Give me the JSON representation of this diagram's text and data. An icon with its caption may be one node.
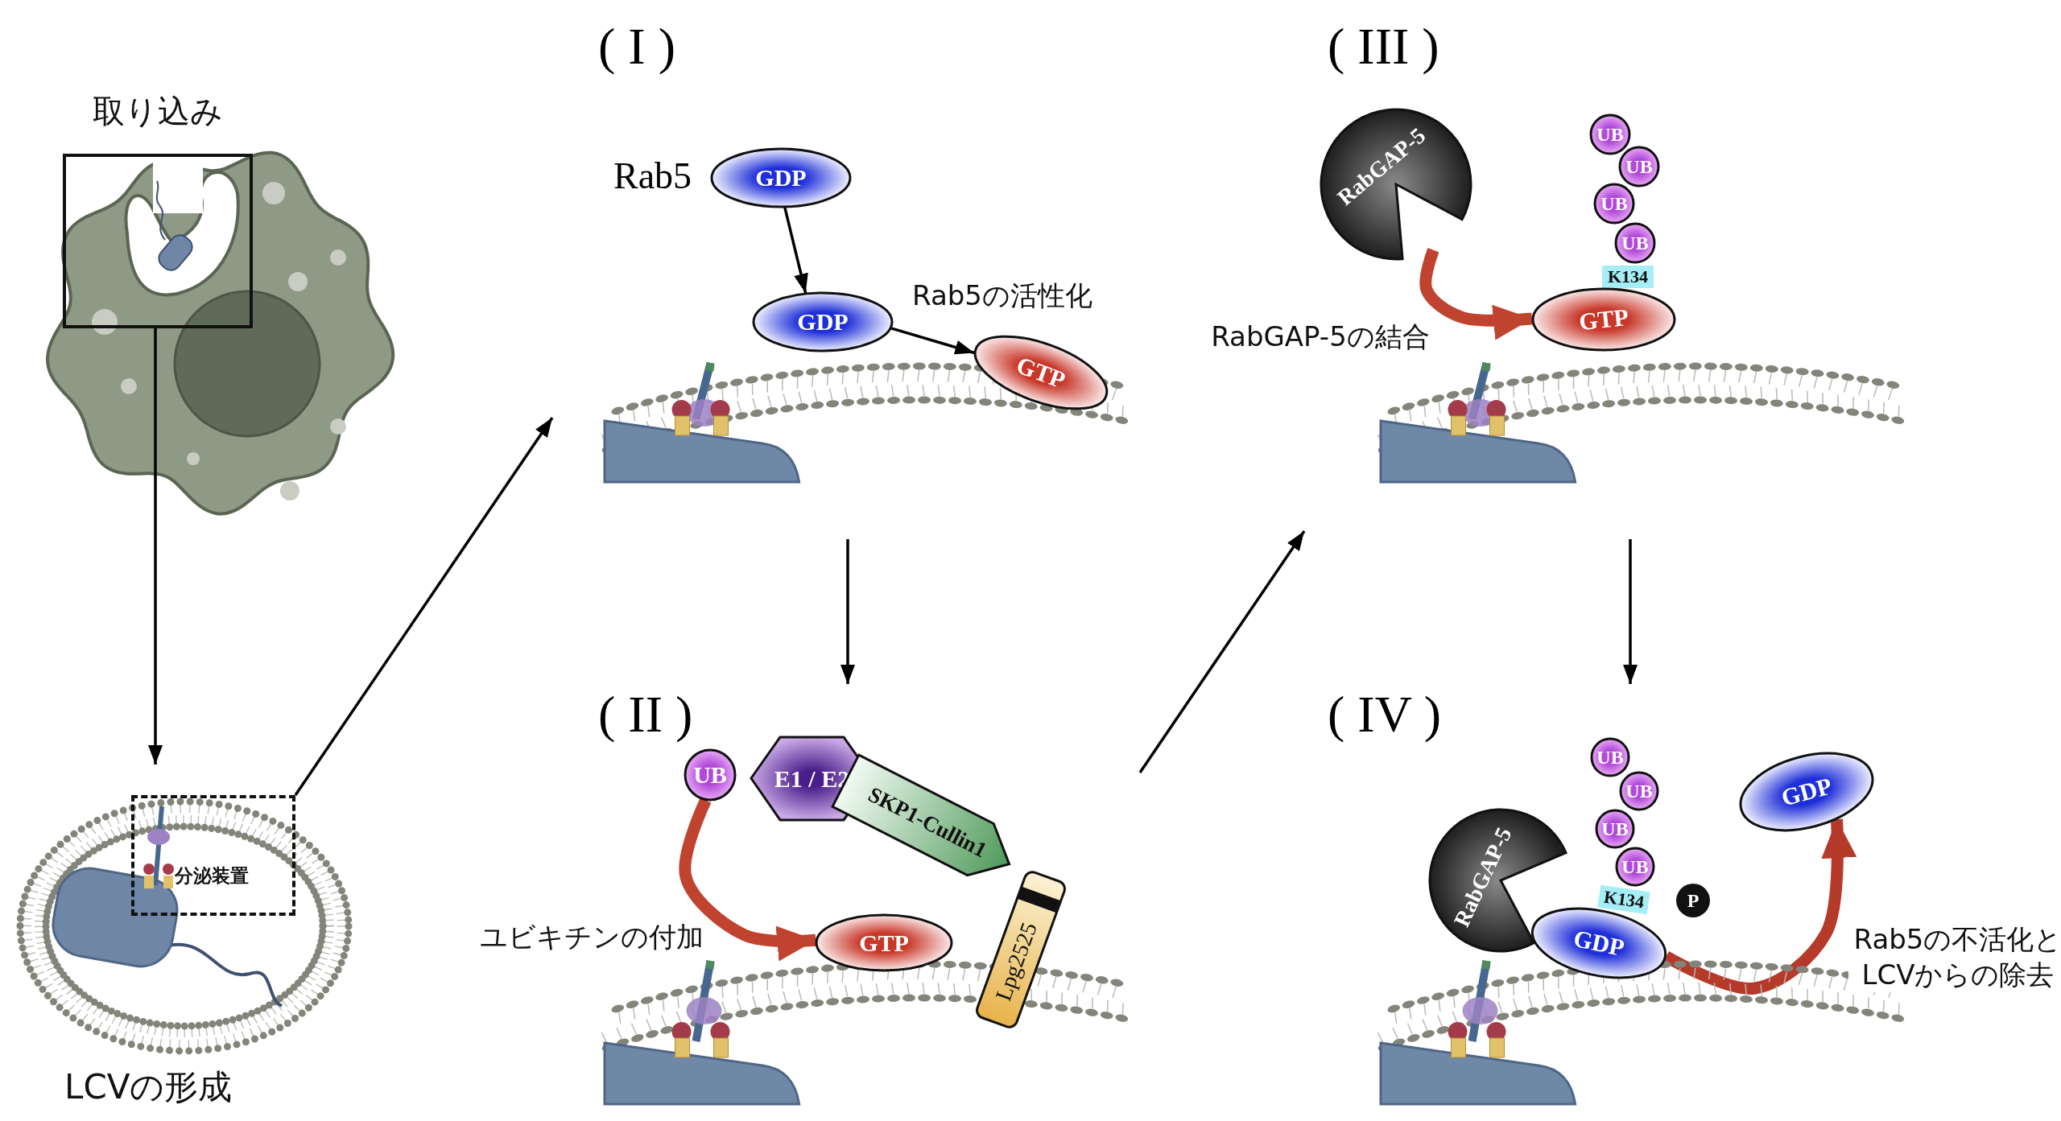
{
  "diagram": {
    "nodes": [
      {
        "text": [
          "取り込み"
        ]
      },
      {
        "text": [
          "LCVの形成"
        ]
      },
      {
        "text": [
          "分泌装置"
        ],
        "in": 1
      },
      {
        "text": [
          "( I )"
        ]
      },
      {
        "text": [
          "GDP"
        ],
        "beside": [
          "Rab5"
        ],
        "in": 3
      },
      {
        "text": [
          "GDP"
        ],
        "in": 3
      },
      {
        "text": [
          "GTP"
        ],
        "in": 3
      },
      {
        "text": [
          "( II )"
        ]
      },
      {
        "text": [
          "UB"
        ],
        "in": 7
      },
      {
        "text": [
          "E1 / E2"
        ],
        "in": 7
      },
      {
        "text": [
          "SKP1-Cullin1"
        ],
        "in": 7
      },
      {
        "text": [
          "Lpg2525"
        ],
        "in": 7
      },
      {
        "text": [
          "GTP"
        ],
        "in": 7
      },
      {
        "text": [
          "( III )"
        ]
      },
      {
        "text": [
          "RabGAP-5"
        ],
        "in": 13
      },
      {
        "text": [
          "UB"
        ],
        "in": 13
      },
      {
        "text": [
          "UB"
        ],
        "in": 13
      },
      {
        "text": [
          "UB"
        ],
        "in": 13
      },
      {
        "text": [
          "UB"
        ],
        "in": 13
      },
      {
        "text": [
          "K134"
        ],
        "in": 13
      },
      {
        "text": [
          "GTP"
        ],
        "in": 13
      },
      {
        "text": [
          "( IV )"
        ]
      },
      {
        "text": [
          "UB"
        ],
        "in": 21
      },
      {
        "text": [
          "UB"
        ],
        "in": 21
      },
      {
        "text": [
          "UB"
        ],
        "in": 21
      },
      {
        "text": [
          "UB"
        ],
        "in": 21
      },
      {
        "text": [
          "K134"
        ],
        "in": 21
      },
      {
        "text": [
          "P"
        ],
        "in": 21
      },
      {
        "text": [
          "RabGAP-5"
        ],
        "in": 21
      },
      {
        "text": [
          "GDP"
        ],
        "in": 21
      },
      {
        "text": [
          "GDP"
        ],
        "in": 21
      }
    ],
    "edges": [
      {
        "from": 0,
        "to": 1,
        "arrow": "to"
      },
      {
        "from": 2,
        "to": 3,
        "arrow": "to"
      },
      {
        "from": 3,
        "to": 7,
        "arrow": "to"
      },
      {
        "from": 7,
        "to": 13,
        "arrow": "to"
      },
      {
        "from": 13,
        "to": 21,
        "arrow": "to"
      },
      {
        "from": 4,
        "to": 5,
        "arrow": "to"
      },
      {
        "from": 5,
        "to": 6,
        "arrow": "to",
        "label": "Rab5の活性化"
      },
      {
        "from": 8,
        "to": 12,
        "arrow": "to",
        "label": "ユビキチンの付加",
        "style": "thick",
        "color": "#c0432f"
      },
      {
        "from": 14,
        "to": 20,
        "arrow": "to",
        "label": "RabGAP-5の結合",
        "style": "thick",
        "color": "#c0432f"
      },
      {
        "from": 29,
        "to": 30,
        "arrow": "to",
        "label": "Rab5の不活化とLCVからの除去",
        "style": "thick",
        "color": "#b53a2a"
      }
    ]
  }
}
